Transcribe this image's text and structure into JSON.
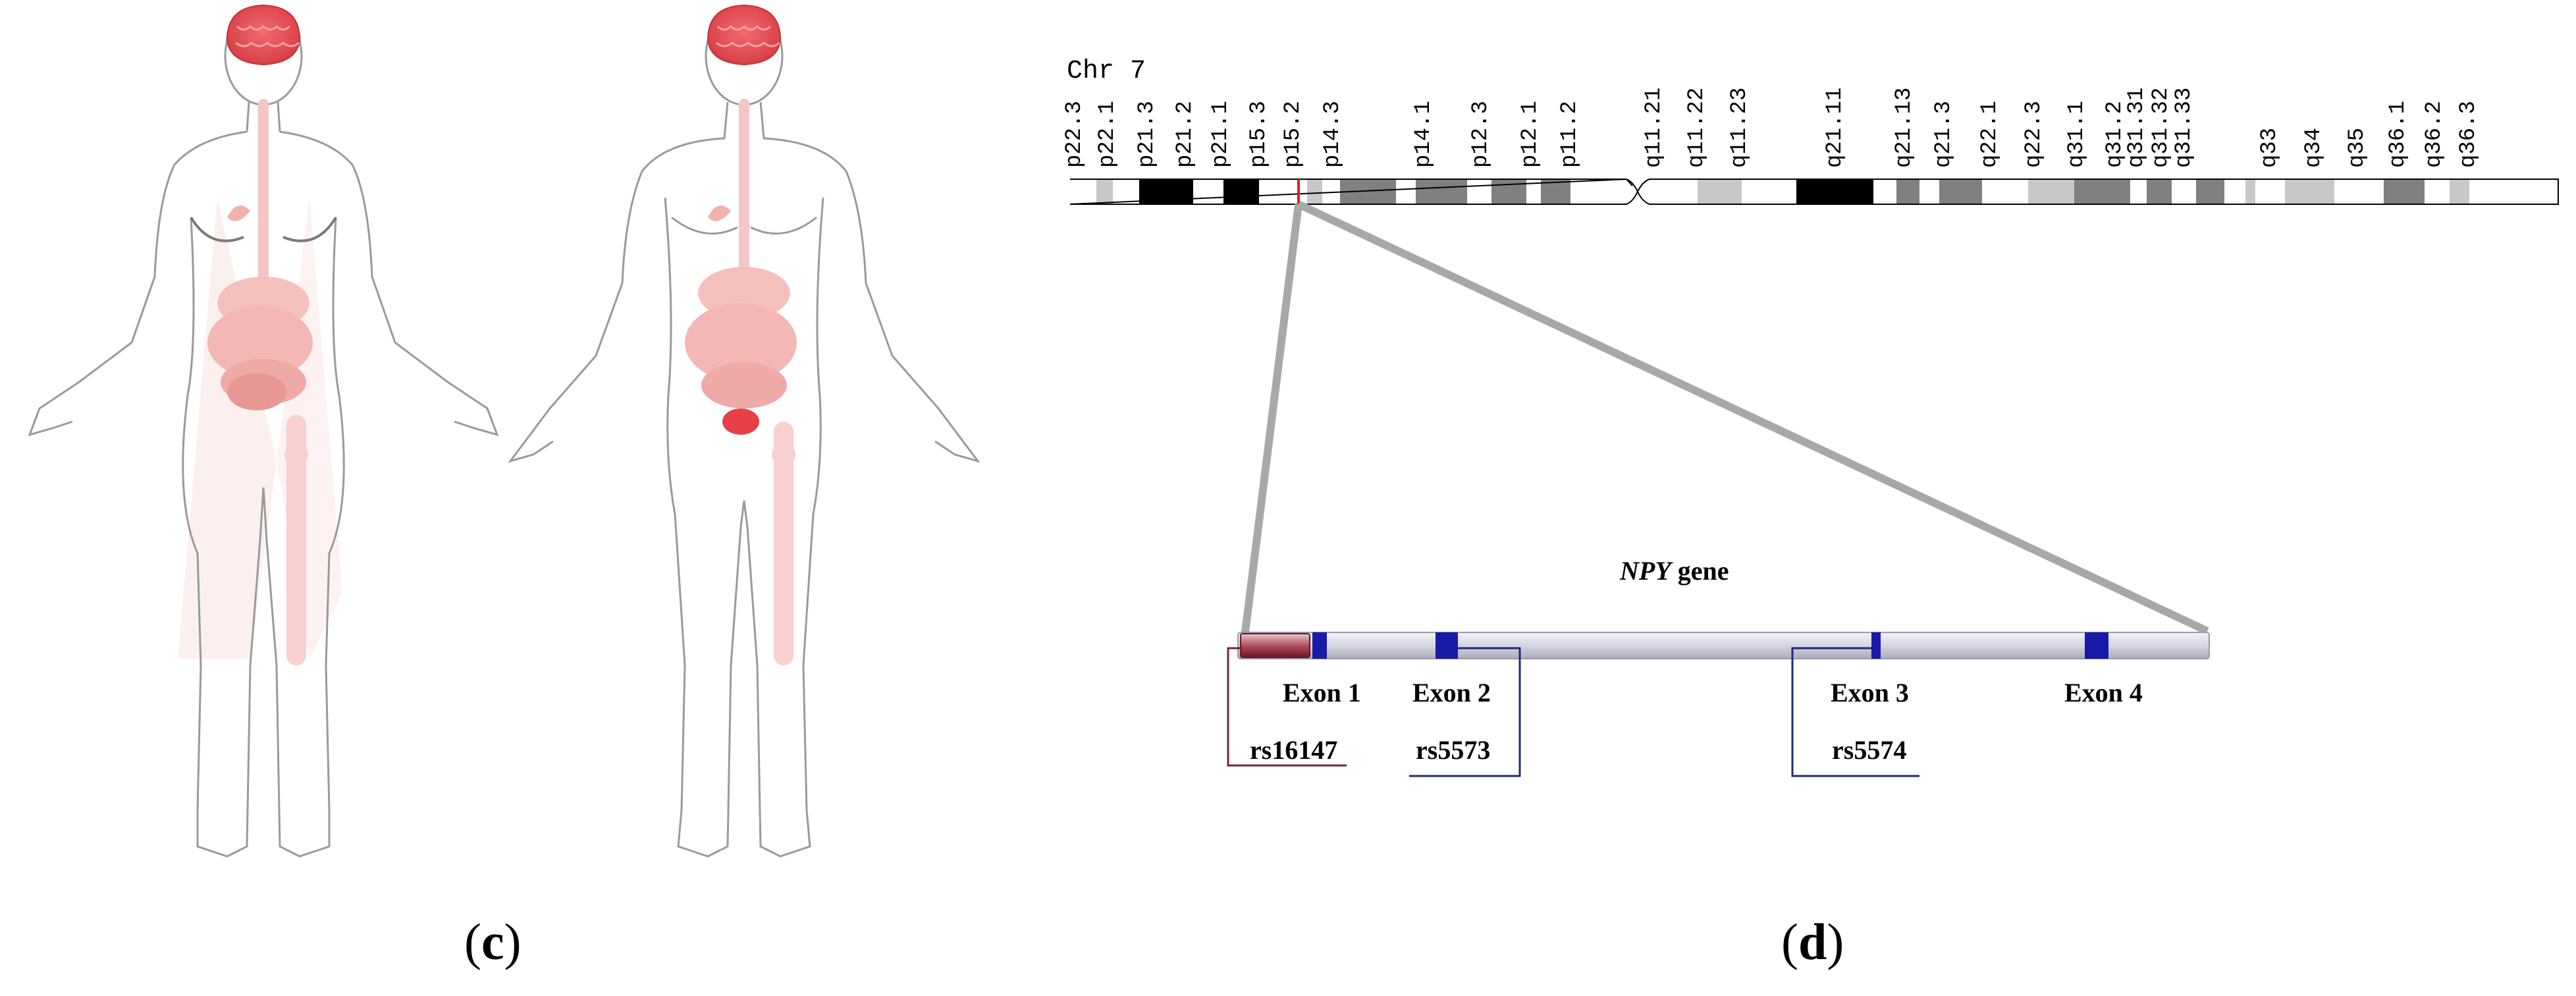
{
  "panel_c": {
    "label": "c",
    "figures": [
      "female-body",
      "male-body"
    ],
    "highlight_color": "#e24a4f",
    "organ_color": "#f3b9b7"
  },
  "panel_d": {
    "label": "d",
    "chromosome": {
      "title": "Chr 7",
      "bands": [
        "p22.3",
        "p22.1",
        "p21.3",
        "p21.2",
        "p21.1",
        "p15.3",
        "p15.2",
        "p14.3",
        "p14.1",
        "p12.3",
        "p12.1",
        "p11.2",
        "q11.21",
        "q11.22",
        "q11.23",
        "q21.11",
        "q21.13",
        "q21.3",
        "q22.1",
        "q22.3",
        "q31.1",
        "q31.2",
        "q31.31",
        "q31.32",
        "q31.33",
        "q33",
        "q34",
        "q35",
        "q36.1",
        "q36.2",
        "q36.3"
      ],
      "marker_color": "#e02020"
    },
    "gene": {
      "name_italic": "NPY",
      "name_suffix": " gene",
      "exons": [
        "Exon 1",
        "Exon 2",
        "Exon 3",
        "Exon 4"
      ],
      "snps": [
        "rs16147",
        "rs5573",
        "rs5574"
      ],
      "exon_color": "#1a1aa8",
      "promoter_color": "#8a1c2a"
    }
  }
}
